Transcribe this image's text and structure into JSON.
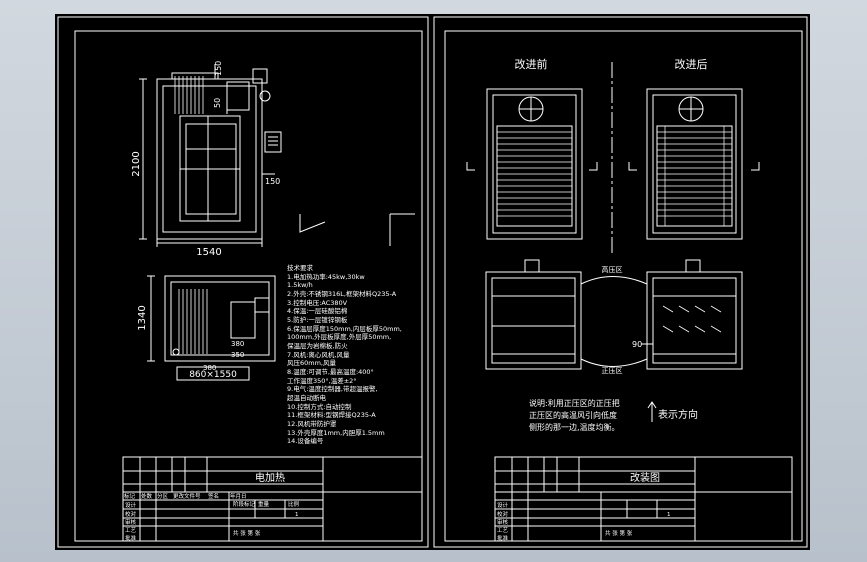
{
  "left_sheet": {
    "front_view": {
      "dim_height": "2100",
      "dim_width": "1540",
      "dim_top": "150",
      "dim_mid": "50",
      "dim_side": "150"
    },
    "plan_view": {
      "dim_height": "1340",
      "dim_a": "380",
      "dim_b": "380",
      "dim_c": "350",
      "base_size": "860×1550"
    },
    "notes": [
      "技术要求",
      "1.电加热功率:45kw,30kw",
      "  1.5kw/h",
      "2.外壳:不锈钢316L,框架材料Q235-A",
      "3.控制电压:AC380V",
      "4.保温:一层硅酸铝棉",
      "5.防护:一层镀锌钢板",
      "6.保温层厚度150mm,内层板厚50mm,",
      "  100mm,外层板厚度,外层厚50mm,",
      "  保温层为岩棉板,防火",
      "7.风机:离心风机,风量",
      "  风压60mm,风量",
      "8.温度:可调节,最高温度:400°",
      "  工作温度350°,温差±2°",
      "9.电气:温度控制器,带超温报警,",
      "  超温自动断电",
      "10.控制方式:自动控制",
      "11.框架材料:型钢焊接Q235-A",
      "12.风机带防护罩",
      "13.外壳厚度1mm,内胆厚1.5mm",
      "14.设备编号"
    ],
    "title_block": {
      "title": "电加热",
      "rows": [
        "设计",
        "校对",
        "审核",
        "工艺",
        "批准"
      ],
      "tags": [
        "标记",
        "处数",
        "分区",
        "更改文件号",
        "签名",
        "年月日"
      ],
      "labels": [
        "阶段标记",
        "重量",
        "比例"
      ],
      "scale": "1",
      "sheet_label": "共 张 第 张"
    }
  },
  "right_sheet": {
    "before_label": "改进前",
    "after_label": "改进后",
    "high_zone": "高压区",
    "low_zone": "正压区",
    "dim_90": "90",
    "legend": "表示方向",
    "notes": [
      "说明:利用正压区的正压把",
      "正压区的高温风引向低度",
      "侧形的那一边,温度均衡。"
    ],
    "title_block": {
      "title": "改装图",
      "rows": [
        "设计",
        "校对",
        "审核",
        "工艺",
        "批准"
      ],
      "scale": "1",
      "sheet_label": "共 张 第 张"
    }
  },
  "colors": {
    "sheet": "#000000",
    "line": "#ffffff",
    "frame_bg": "#c4ccd6"
  }
}
